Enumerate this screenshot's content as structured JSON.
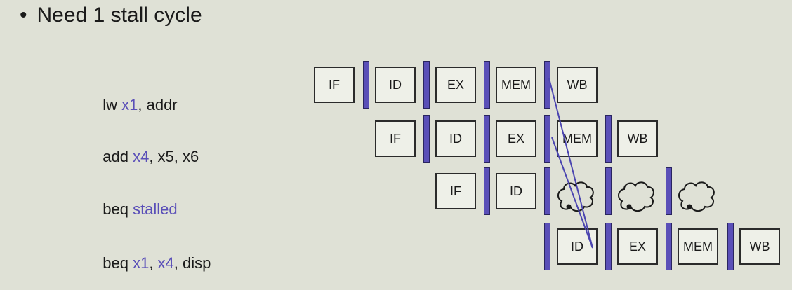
{
  "bullet": {
    "symbol": "•",
    "text": "Need 1 stall cycle"
  },
  "instructions": [
    {
      "parts": [
        {
          "t": "lw "
        },
        {
          "t": "x1",
          "hl": true
        },
        {
          "t": ", addr"
        }
      ]
    },
    {
      "parts": [
        {
          "t": "add "
        },
        {
          "t": "x4",
          "hl": true
        },
        {
          "t": ", x5, x6"
        }
      ]
    },
    {
      "parts": [
        {
          "t": "beq "
        },
        {
          "t": "stalled",
          "hl": true
        }
      ]
    },
    {
      "parts": [
        {
          "t": "beq "
        },
        {
          "t": "x1",
          "hl": true
        },
        {
          "t": ", "
        },
        {
          "t": "x4",
          "hl": true
        },
        {
          "t": ", disp"
        }
      ]
    }
  ],
  "pipeline_rows": [
    {
      "stages": [
        "IF",
        "ID",
        "EX",
        "MEM",
        "WB"
      ]
    },
    {
      "stages": [
        "IF",
        "ID",
        "EX",
        "MEM",
        "WB"
      ]
    },
    {
      "stages": [
        "IF",
        "ID",
        "bubble",
        "bubble",
        "bubble"
      ]
    },
    {
      "stages": [
        "ID",
        "EX",
        "MEM",
        "WB"
      ]
    }
  ],
  "colors": {
    "highlight": "#5a4fb8",
    "latch": "#5a4fb8",
    "forward_arrow": "#4b45b0",
    "background": "#dfe1d6"
  },
  "icons": {
    "bubble": "stall-bubble-icon"
  }
}
